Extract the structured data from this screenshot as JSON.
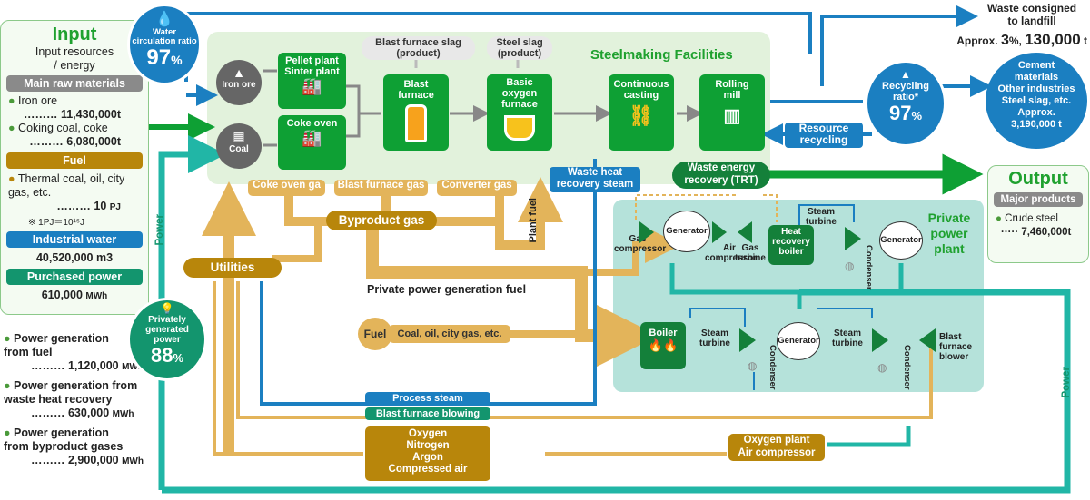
{
  "input": {
    "title": "Input",
    "subtitle": "Input resources\n/ energy",
    "raw_header": "Main raw materials",
    "iron_ore_label": "Iron ore",
    "iron_ore_value": "11,430,000",
    "coal_label": "Coking coal, coke",
    "coal_value": "6,080,000",
    "unit_t": "t",
    "fuel_header": "Fuel",
    "fuel_label": "Thermal coal, oil, city gas, etc.",
    "fuel_value": "10",
    "fuel_unit": "PJ",
    "pj_note": "※ 1PJ＝10¹⁵J",
    "water_header": "Industrial water",
    "water_value": "40,520,000",
    "water_unit": "m3",
    "power_header": "Purchased power",
    "power_value": "610,000",
    "power_unit": "MWh"
  },
  "generation": [
    {
      "label": "Power generation\nfrom fuel",
      "value": "1,120,000",
      "unit": "MWh"
    },
    {
      "label": "Power generation from\nwaste heat recovery",
      "value": "630,000",
      "unit": "MWh"
    },
    {
      "label": "Power generation\nfrom byproduct gases",
      "value": "2,900,000",
      "unit": "MWh"
    }
  ],
  "water_ratio": {
    "label": "Water\ncirculation ratio",
    "value": "97",
    "unit": "%"
  },
  "private_power": {
    "label": "Privately\ngenerated\npower",
    "value": "88",
    "unit": "%"
  },
  "recycling": {
    "label": "Recycling\nratio*",
    "value": "97",
    "unit": "%"
  },
  "facilities": {
    "title": "Steelmaking Facilities",
    "iron_ore": "Iron ore",
    "coal": "Coal",
    "pellet": "Pellet plant\nSinter plant",
    "coke_oven": "Coke oven",
    "blast_furnace": "Blast\nfurnace",
    "bof": "Basic\noxygen\nfurnace",
    "casting": "Continuous\ncasting",
    "rolling": "Rolling\nmill",
    "bf_slag": "Blast furnace slag\n(product)",
    "steel_slag": "Steel slag\n(product)"
  },
  "gases": {
    "coke_oven_gas": "Coke oven ga",
    "bf_gas": "Blast furnace gas",
    "converter_gas": "Converter gas",
    "byproduct": "Byproduct gas",
    "plant_fuel": "Plant fuel"
  },
  "waste_heat": "Waste heat\nrecovery steam",
  "trt": "Waste energy\nrecovery (TRT)",
  "resource_recycling": "Resource\nrecycling",
  "landfill": {
    "label": "Waste consigned\nto landfill",
    "prefix": "Approx.",
    "pct": "3",
    "pct_unit": "%,",
    "value": "130,000",
    "unit": "t"
  },
  "cement": {
    "text": "Cement\nmaterials\nOther industries\nSteel slag, etc.\nApprox.",
    "value": "3,190,000 t"
  },
  "output": {
    "title": "Output",
    "header": "Major products",
    "label": "Crude steel",
    "value": "7,460,000",
    "unit": "t"
  },
  "power_plant": {
    "title": "Private\npower\nplant",
    "gas_compressor": "Gas\ncompressor",
    "generator": "Generator",
    "air_compressor": "Air\ncompressor",
    "gas_turbine": "Gas\nturbine",
    "hrb": "Heat\nrecovery\nboiler",
    "steam_turbine": "Steam\nturbine",
    "condenser": "Condenser",
    "boiler": "Boiler",
    "bf_blower": "Blast\nfurnace\nblower"
  },
  "utilities": "Utilities",
  "power_label": "Power",
  "private_fuel": "Private power generation fuel",
  "fuel": {
    "label": "Fuel",
    "detail": "Coal, oil, city gas, etc."
  },
  "process_steam": "Process steam",
  "bf_blowing": "Blast furnace blowing",
  "gases_box": "Oxygen\nNitrogen\nArgon\nCompressed air",
  "oxygen_plant": "Oxygen plant\nAir compressor"
}
